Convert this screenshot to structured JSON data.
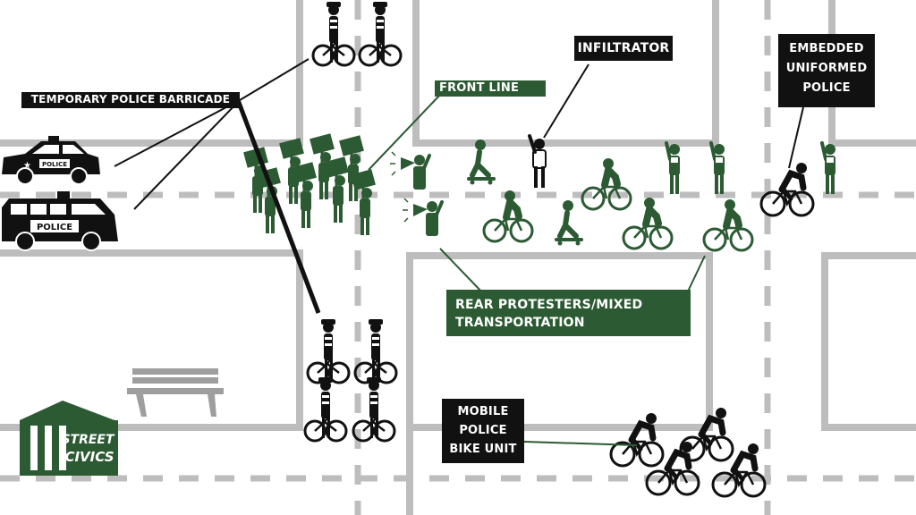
{
  "labels": {
    "barricade": "TEMPORARY POLICE BARRICADE",
    "front_line": "FRONT LINE",
    "infiltrator": "INFILTRATOR",
    "embedded_1": "EMBEDDED",
    "embedded_2": "UNIFORMED",
    "embedded_3": "POLICE",
    "rear_1": "REAR PROTESTERS/MIXED",
    "rear_2": "TRANSPORTATION",
    "bike_1": "MOBILE",
    "bike_2": "POLICE",
    "bike_3": "BIKE UNIT"
  },
  "vehicles": {
    "car_text": "POLICE",
    "van_text": "POLICE"
  },
  "logo": {
    "line1": "STREET",
    "line2": "CIVICS"
  },
  "colors": {
    "road": "#bdbdbd",
    "protester_green": "#2c5a33",
    "label_dark": "#111111",
    "police_black": "#111111"
  }
}
